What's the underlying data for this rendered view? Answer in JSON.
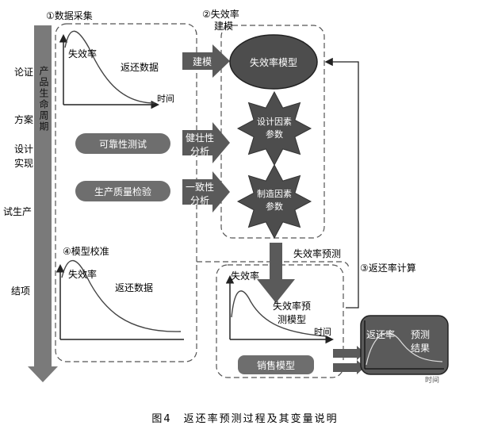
{
  "figure": {
    "caption": "图4　返还率预测过程及其变量说明"
  },
  "lifecycle": {
    "axis_label": "产品生命周期",
    "stages": [
      "论证",
      "方案",
      "设计实现",
      "试生产",
      "结项"
    ]
  },
  "boxes": {
    "data_collection": "①数据采集",
    "failure_modeling_line1": "②失效率",
    "failure_modeling_line2": "建模",
    "return_rate_calc": "③返还率计算",
    "model_calibration": "④模型校准",
    "failure_prediction": "失效率预测"
  },
  "plots": {
    "plot1": {
      "ylabel": "失效率",
      "series_label": "返还数据",
      "xlabel": "时间"
    },
    "plot2": {
      "ylabel": "失效率",
      "series_label": "返还数据"
    },
    "plot3": {
      "ylabel": "失效率",
      "model_label_line1": "失效率预",
      "model_label_line2": "测模型",
      "xlabel": "时间"
    },
    "result": {
      "label": "返还率",
      "result_line1": "预测",
      "result_line2": "结果",
      "xlabel": "时间"
    }
  },
  "activities": {
    "reliability_test": "可靠性测试",
    "quality_inspection": "生产质量检验",
    "sales_model": "销售模型"
  },
  "arrows": {
    "build": "建模",
    "robustness_line1": "健壮性",
    "robustness_line2": "分析",
    "consistency_line1": "一致性",
    "consistency_line2": "分析"
  },
  "nodes": {
    "failure_model": "失效率模型",
    "design_factors_line1": "设计因素",
    "design_factors_line2": "参数",
    "mfg_factors_line1": "制造因素",
    "mfg_factors_line2": "参数"
  },
  "colors": {
    "dark_fill": "#5a5a5a",
    "pill_fill": "#6e6e6e",
    "oval_fill": "#4d4d4d",
    "dashed": "#555555",
    "curve": "#444444"
  }
}
